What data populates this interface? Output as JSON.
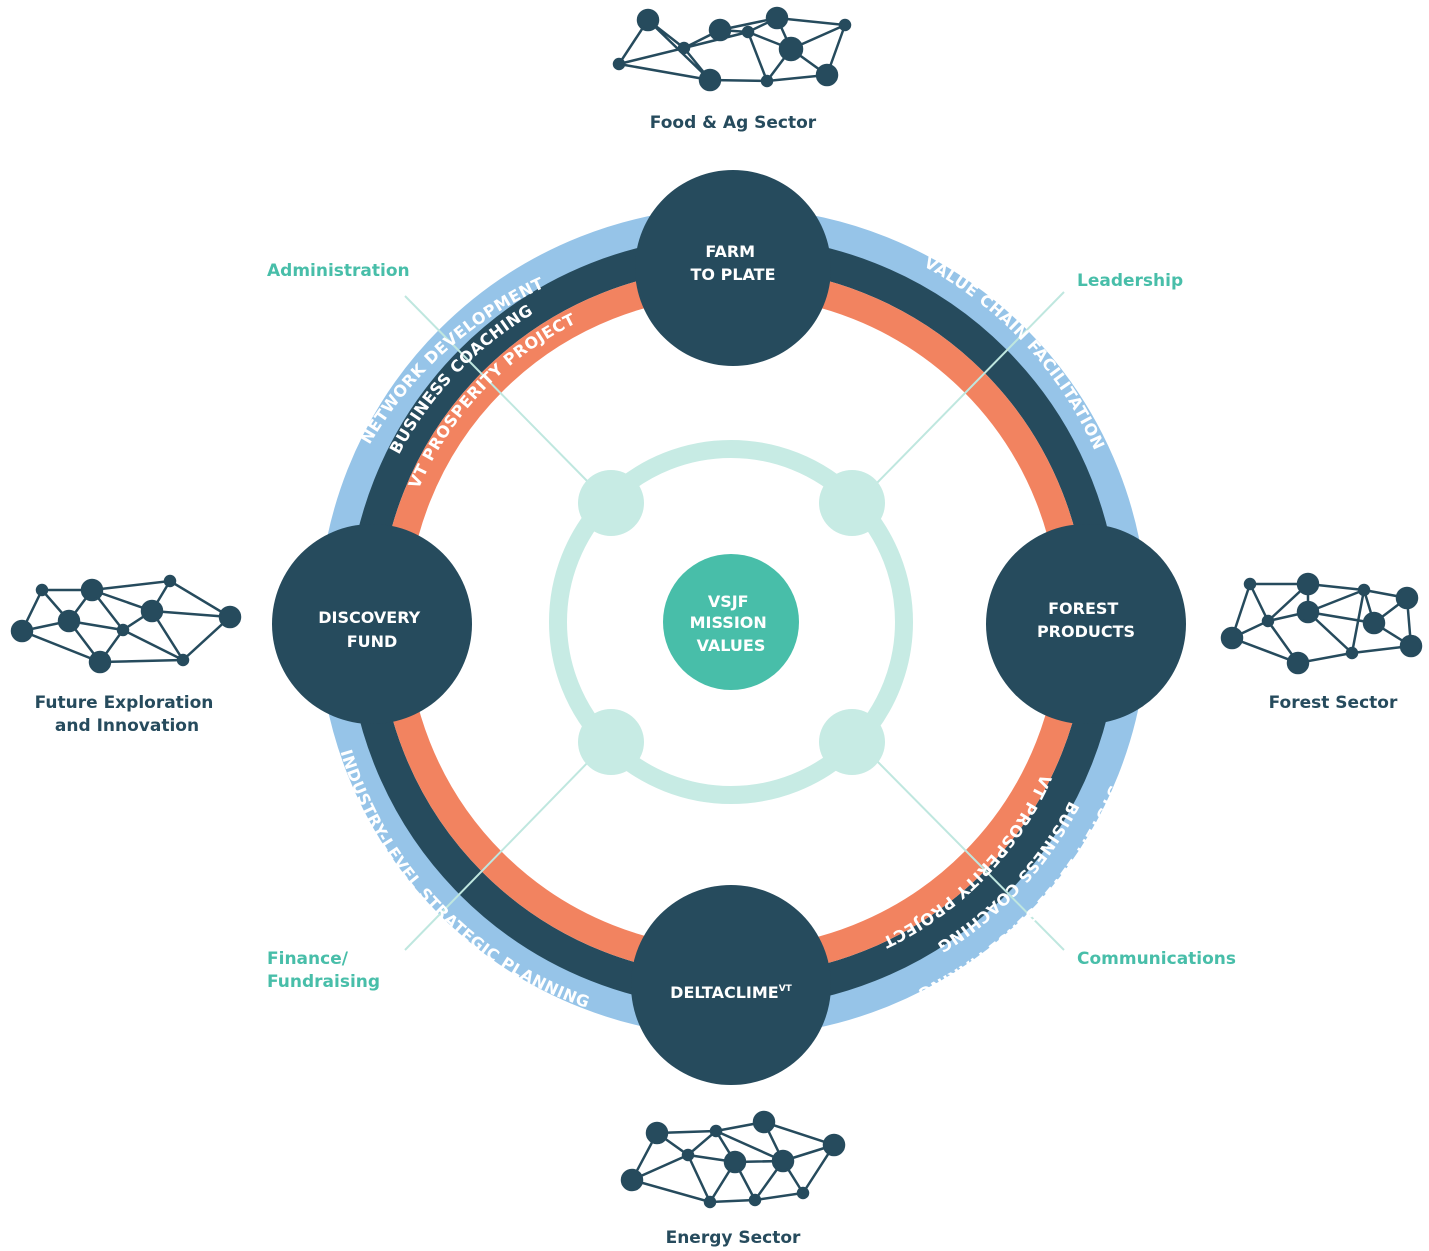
{
  "colors": {
    "navy": "#264b5d",
    "orange": "#f28360",
    "light_blue": "#96c4e8",
    "teal": "#48bea9",
    "pale_teal": "#c7ebe4",
    "spoke_teal": "#bfe7df",
    "white": "#ffffff"
  },
  "center": {
    "lines": [
      "VSJF",
      "MISSION",
      "VALUES"
    ]
  },
  "hubs": {
    "top": {
      "lines": [
        "FARM",
        "TO PLATE"
      ]
    },
    "right": {
      "lines": [
        "FOREST",
        "PRODUCTS"
      ]
    },
    "bottom": {
      "label": "DELTACLIME",
      "superscript": "VT"
    },
    "left": {
      "lines": [
        "DISCOVERY",
        "FUND"
      ]
    }
  },
  "rings": {
    "outer_top_left": "NETWORK DEVELOPMENT",
    "outer_top_right": "VALUE CHAIN FACILITATION",
    "outer_bottom_left": "INDUSTRY-LEVEL STRATEGIC PLANNING",
    "outer_bottom_right": "SYSTEM-LEVEL SENSE MAKING",
    "middle_top_left": "BUSINESS COACHING",
    "middle_bottom_right": "BUSINESS COACHING",
    "inner_top_left": "VT PROSPERITY PROJECT",
    "inner_bottom_right": "VT PROSPERITY PROJECT"
  },
  "functions": {
    "top_left": {
      "lines": [
        "Administration"
      ]
    },
    "top_right": {
      "lines": [
        "Leadership"
      ]
    },
    "bottom_left": {
      "lines": [
        "Finance/",
        "Fundraising"
      ]
    },
    "bottom_right": {
      "lines": [
        "Communications"
      ]
    }
  },
  "sectors": {
    "top": {
      "lines": [
        "Food & Ag Sector"
      ],
      "icon": "network-icon"
    },
    "right": {
      "lines": [
        "Forest Sector"
      ],
      "icon": "network-icon"
    },
    "bottom": {
      "lines": [
        "Energy Sector"
      ],
      "icon": "network-icon"
    },
    "left": {
      "lines": [
        "Future Exploration",
        "and Innovation"
      ],
      "icon": "network-icon"
    }
  }
}
